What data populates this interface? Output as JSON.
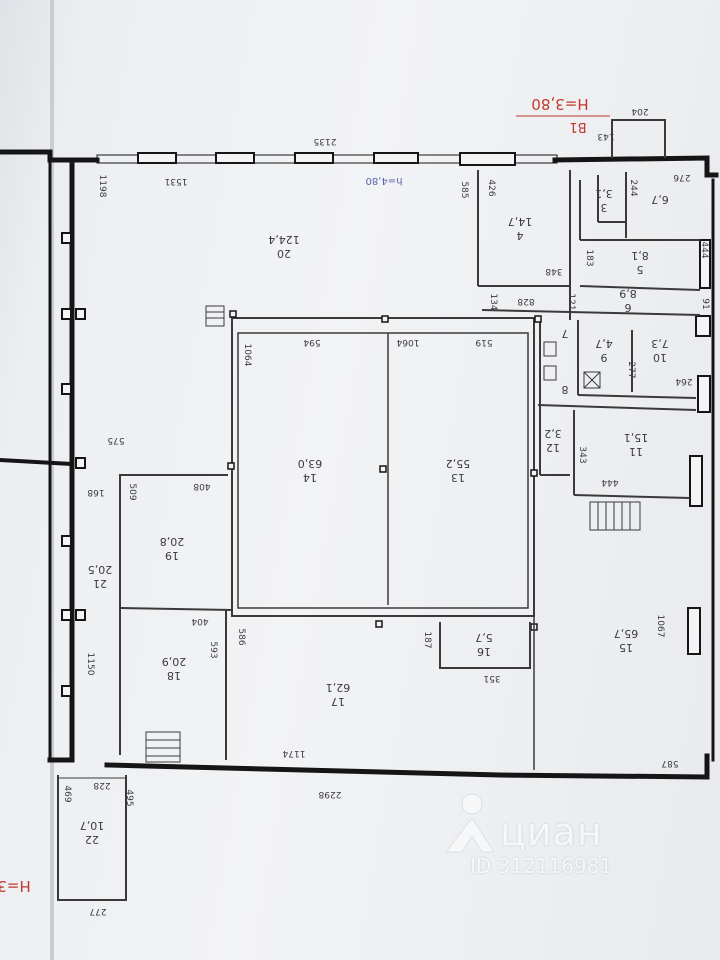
{
  "drawing": {
    "ceiling_height_top": "H=3,80",
    "section_mark": "В1",
    "ceiling_height_hall": "h=4,80",
    "ceiling_height_left": "H=3"
  },
  "rooms": [
    {
      "num": "3",
      "area": "3,1"
    },
    {
      "num": "4",
      "area": "14,7"
    },
    {
      "num": "5",
      "area": "8,1"
    },
    {
      "num": "6",
      "area": "8,9"
    },
    {
      "num": "7",
      "area": ""
    },
    {
      "num": "8",
      "area": ""
    },
    {
      "num": "9",
      "area": "4,7"
    },
    {
      "num": "10",
      "area": "7,3"
    },
    {
      "num": "11",
      "area": "15,1"
    },
    {
      "num": "12",
      "area": "3,2"
    },
    {
      "num": "13",
      "area": "55,2"
    },
    {
      "num": "14",
      "area": "63,0"
    },
    {
      "num": "15",
      "area": "65,7"
    },
    {
      "num": "16",
      "area": "5,7"
    },
    {
      "num": "17",
      "area": "62,1"
    },
    {
      "num": "18",
      "area": "20,9"
    },
    {
      "num": "19",
      "area": "20,8"
    },
    {
      "num": "20",
      "area": "124,4"
    },
    {
      "num": "21",
      "area": "20,5"
    },
    {
      "num": "22",
      "area": "10,7"
    },
    {
      "num": "",
      "area": "6,7"
    }
  ],
  "dimensions": [
    "204",
    "143",
    "2135",
    "1198",
    "1531",
    "585",
    "426",
    "244",
    "276",
    "348",
    "183",
    "444",
    "828",
    "134",
    "121",
    "91",
    "1064",
    "594",
    "1064",
    "519",
    "277",
    "264",
    "575",
    "343",
    "444",
    "168",
    "509",
    "408",
    "1067",
    "404",
    "586",
    "593",
    "187",
    "351",
    "1150",
    "1174",
    "587",
    "2298",
    "469",
    "228",
    "495",
    "277"
  ],
  "watermark": {
    "brand": "циан",
    "listing_id": "ID 312116981"
  }
}
